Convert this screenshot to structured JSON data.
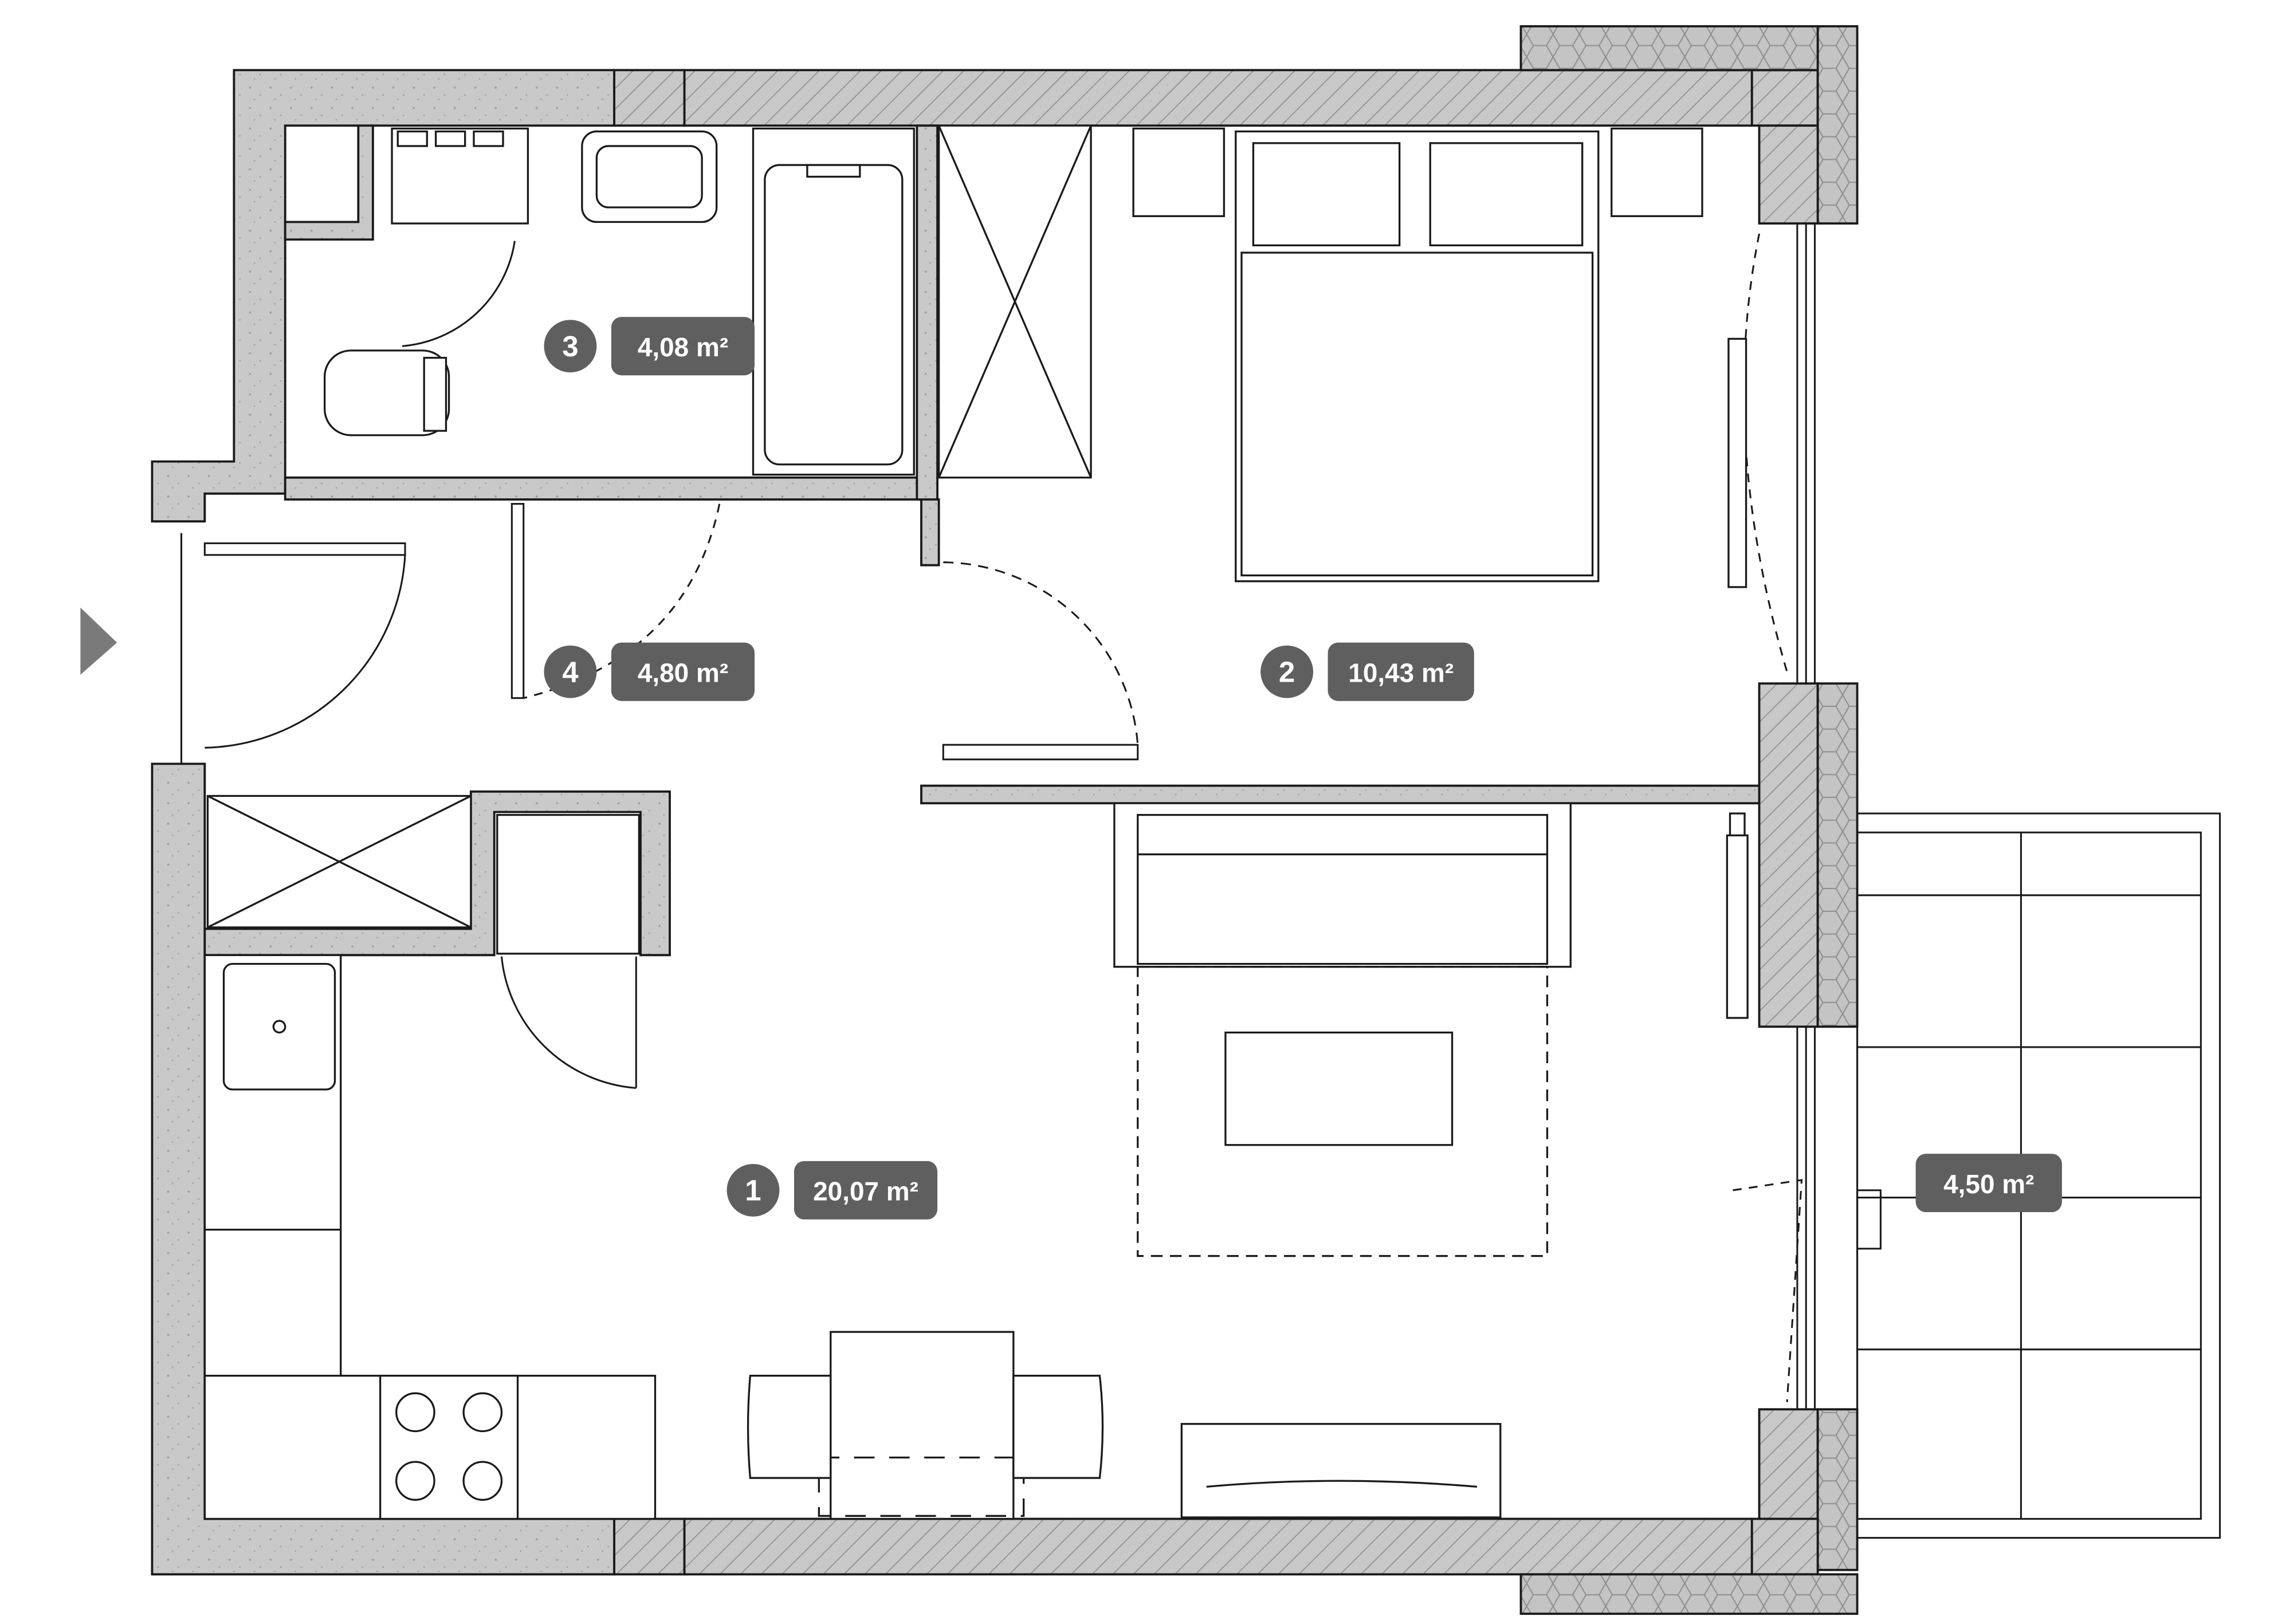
{
  "rooms": [
    {
      "number": "1",
      "area": "20,07 m²"
    },
    {
      "number": "2",
      "area": "10,43 m²"
    },
    {
      "number": "3",
      "area": "4,08 m²"
    },
    {
      "number": "4",
      "area": "4,80 m²"
    }
  ],
  "balcony": {
    "area": "4,50 m²"
  },
  "colors": {
    "wall_fill": "#c8c8c8",
    "line": "#1a1a1a",
    "badge": "#5f5f5f",
    "badge_text": "#ffffff",
    "entrance_marker": "#7a7a7a"
  }
}
